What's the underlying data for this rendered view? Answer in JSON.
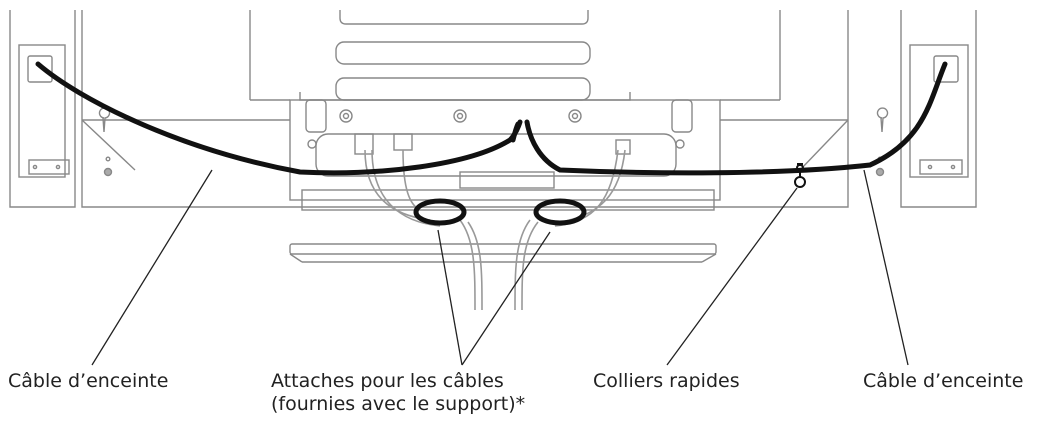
{
  "labels": {
    "speaker_cable_left": "Câble d’enceinte",
    "cable_ties_line1": "Attaches pour les câbles",
    "cable_ties_line2": "(fournies avec le support)*",
    "quick_clamps": "Colliers rapides",
    "speaker_cable_right": "Câble d’enceinte"
  },
  "colors": {
    "outline": "#888888",
    "cable": "#111111",
    "leader": "#222222"
  }
}
